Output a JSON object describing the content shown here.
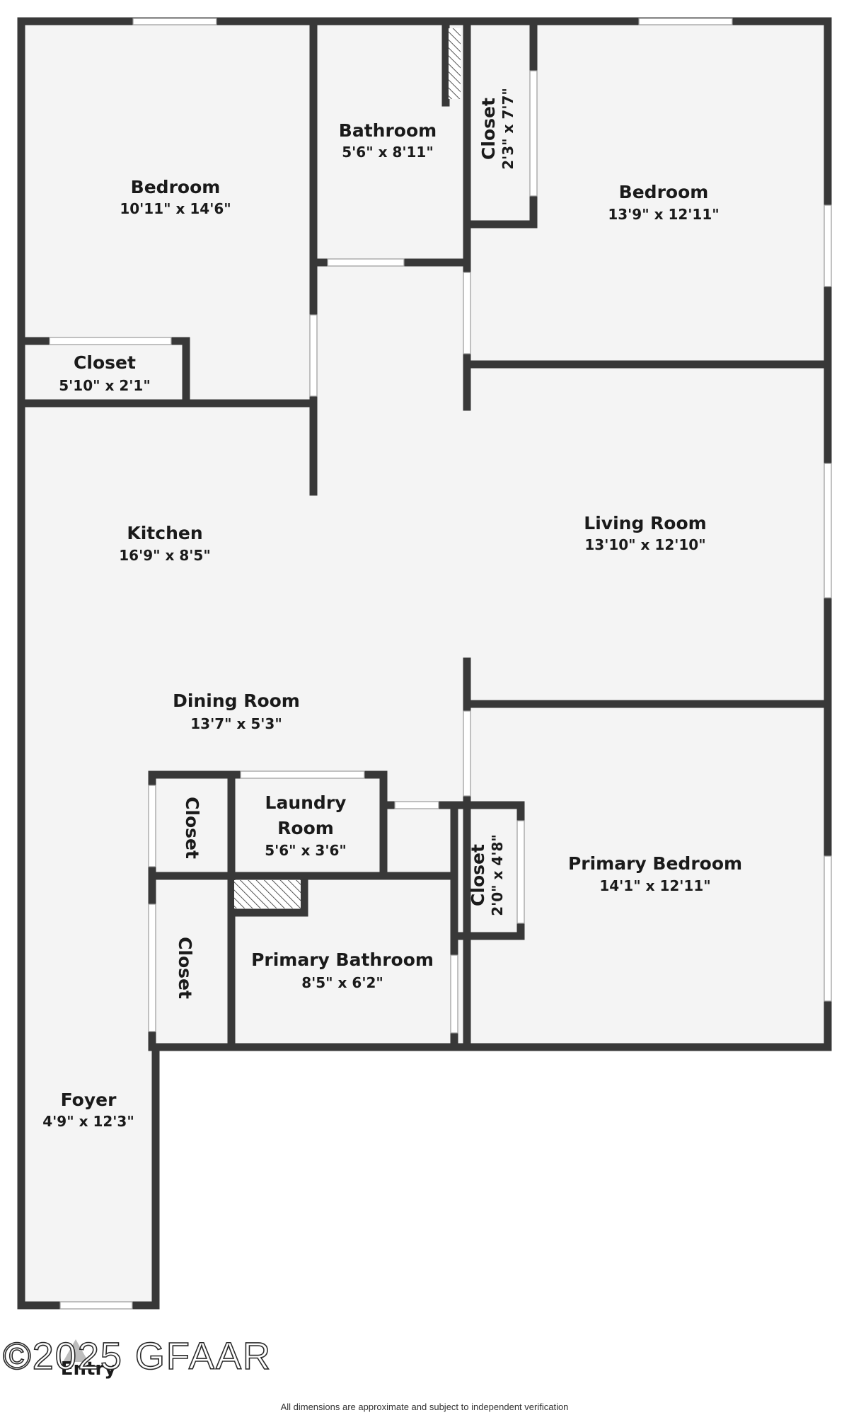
{
  "rooms": {
    "bedroom_nw": {
      "name": "Bedroom",
      "dims": "10'11\" x 14'6\""
    },
    "bathroom": {
      "name": "Bathroom",
      "dims": "5'6\" x 8'11\""
    },
    "closet_top": {
      "name": "Closet",
      "dims": "2'3\" x 7'7\""
    },
    "bedroom_ne": {
      "name": "Bedroom",
      "dims": "13'9\" x 12'11\""
    },
    "closet_nw": {
      "name": "Closet",
      "dims": "5'10\" x 2'1\""
    },
    "kitchen": {
      "name": "Kitchen",
      "dims": "16'9\" x 8'5\""
    },
    "living_room": {
      "name": "Living Room",
      "dims": "13'10\" x 12'10\""
    },
    "dining_room": {
      "name": "Dining Room",
      "dims": "13'7\" x 5'3\""
    },
    "closet_laundry_left": {
      "name": "Closet"
    },
    "laundry_room": {
      "name_line1": "Laundry",
      "name_line2": "Room",
      "dims": "5'6\" x 3'6\""
    },
    "closet_primary": {
      "name": "Closet",
      "dims": "2'0\" x 4'8\""
    },
    "primary_bedroom": {
      "name": "Primary Bedroom",
      "dims": "14'1\" x 12'11\""
    },
    "closet_foyer": {
      "name": "Closet"
    },
    "primary_bathroom": {
      "name": "Primary Bathroom",
      "dims": "8'5\" x 6'2\""
    },
    "foyer": {
      "name": "Foyer",
      "dims": "4'9\" x 12'3\""
    }
  },
  "entry_label": "Entry",
  "watermark": "©2025 GFAAR",
  "disclaimer": "All dimensions are approximate and subject to independent verification",
  "colors": {
    "wall": "#383838",
    "floor": "#f4f4f4",
    "window": "#ffffff",
    "background": "#ffffff"
  }
}
